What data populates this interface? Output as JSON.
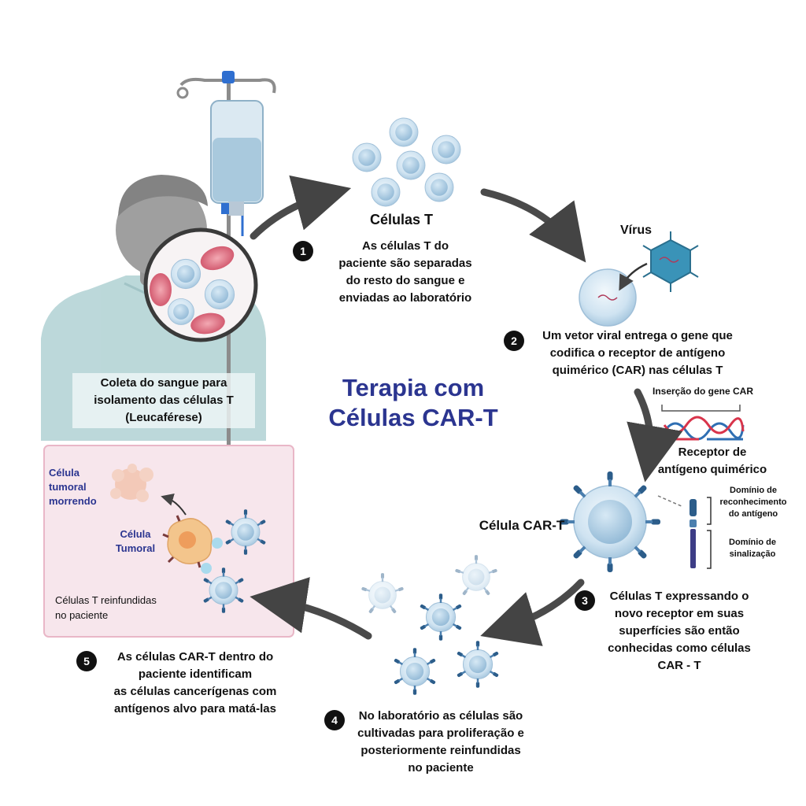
{
  "title": {
    "line1": "Terapia com",
    "line2": "Células CAR-T"
  },
  "collection": {
    "line1": "Coleta do sangue para",
    "line2": "isolamento das células T",
    "line3": "(Leucaférese)"
  },
  "step1": {
    "number": "1",
    "heading": "Células T",
    "line1": "As células T do",
    "line2": "paciente são separadas",
    "line3": "do resto do sangue e",
    "line4": "enviadas ao laboratório"
  },
  "virus": {
    "label": "Vírus"
  },
  "step2": {
    "number": "2",
    "line1": "Um vetor viral entrega o gene que",
    "line2": "codifica o receptor de antígeno",
    "line3": "quimérico (CAR) nas células T"
  },
  "gene": {
    "insert_label": "Inserção do gene CAR",
    "receptor_line1": "Receptor de",
    "receptor_line2": "antígeno quimérico"
  },
  "domains": {
    "recognition_line1": "Domínio de",
    "recognition_line2": "reconhecimento",
    "recognition_line3": "do antígeno",
    "signal_line1": "Domínio de",
    "signal_line2": "sinalização"
  },
  "cart": {
    "label": "Célula CAR-T"
  },
  "step3": {
    "number": "3",
    "line1": "Células T expressando o",
    "line2": "novo receptor em suas",
    "line3": "superfícies  são então",
    "line4": "conhecidas como células",
    "line5": "CAR - T"
  },
  "step4": {
    "number": "4",
    "line1": "No laboratório as células são",
    "line2": "cultivadas para proliferação e",
    "line3": "posteriormente reinfundidas",
    "line4": "no paciente"
  },
  "panel": {
    "dying_line1": "Célula",
    "dying_line2": "tumoral",
    "dying_line3": "morrendo",
    "tumor_line1": "Célula",
    "tumor_line2": "Tumoral",
    "reinfused_line1": "Células T reinfundidas",
    "reinfused_line2": "no paciente"
  },
  "step5": {
    "number": "5",
    "line1": "As células CAR-T  dentro do",
    "line2": "paciente identificam",
    "line3": "as células cancerígenas com",
    "line4": "antígenos alvo para matá-las"
  },
  "colors": {
    "title": "#2b3590",
    "tcell": "#b9d6ea",
    "receptor": "#2c5d8a",
    "arrow": "#4a4a4a",
    "panel": "#f7e6ec",
    "tumor": "#f3c58c",
    "dna_red": "#d8344b",
    "dna_blue": "#2f6fb3"
  }
}
